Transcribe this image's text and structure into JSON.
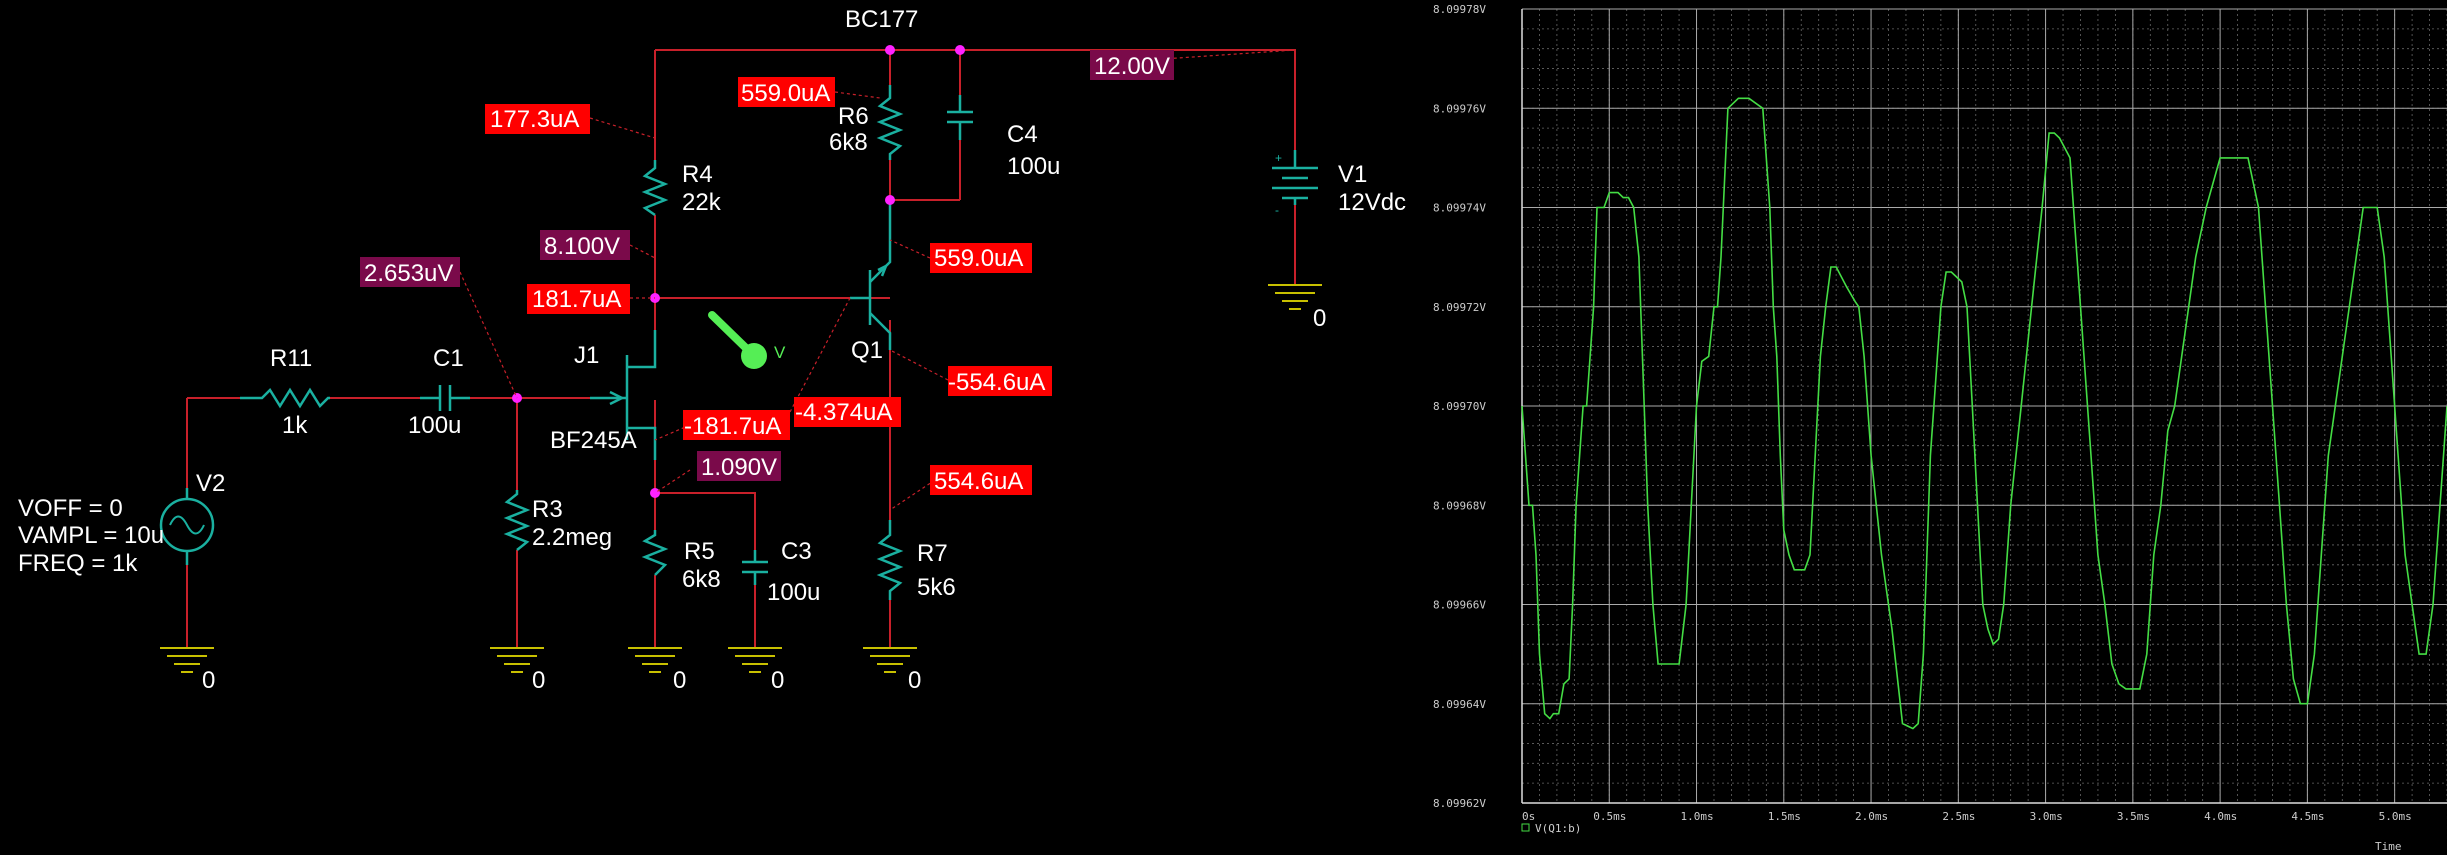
{
  "schematic": {
    "colors": {
      "wire": "#c8202a",
      "component": "#1ab0a0",
      "ground": "#c8c000",
      "node": "#ff22ff",
      "current_tag": "#ff0000",
      "voltage_tag": "#7a0a4a",
      "probe": "#55ee55"
    },
    "labels": {
      "bc177": "BC177",
      "r11_name": "R11",
      "r11_value": "1k",
      "c1_name": "C1",
      "c1_value": "100u",
      "j1_name": "J1",
      "j1_model": "BF245A",
      "r4_name": "R4",
      "r4_value": "22k",
      "r6_name": "R6",
      "r6_value": "6k8",
      "c4_name": "C4",
      "c4_value": "100u",
      "v1_name": "V1",
      "v1_value": "12Vdc",
      "q1_name": "Q1",
      "r3_name": "R3",
      "r3_value": "2.2meg",
      "r5_name": "R5",
      "r5_value": "6k8",
      "c3_name": "C3",
      "c3_value": "100u",
      "r7_name": "R7",
      "r7_value": "5k6",
      "v2_name": "V2",
      "v2_voff": "VOFF = 0",
      "v2_vampl": "VAMPL = 10u",
      "v2_freq": "FREQ = 1k",
      "probe_v": "V",
      "ground": "0"
    },
    "tags": {
      "i_r6": "559.0uA",
      "v_supply": "12.00V",
      "i_r4": "177.3uA",
      "v_q1base": "8.100V",
      "v_gate": "2.653uV",
      "i_j1drain": "181.7uA",
      "i_q1e": "559.0uA",
      "i_q1c": "-554.6uA",
      "i_j1src": "-181.7uA",
      "i_q1b": "-4.374uA",
      "v_src": "1.090V",
      "i_r7": "554.6uA"
    }
  },
  "chart_data": {
    "type": "line",
    "xlabel": "Time",
    "x_ticks": [
      "0s",
      "0.5ms",
      "1.0ms",
      "1.5ms",
      "2.0ms",
      "2.5ms",
      "3.0ms",
      "3.5ms",
      "4.0ms",
      "4.5ms",
      "5.0ms"
    ],
    "y_ticks": [
      "8.09962V",
      "8.09964V",
      "8.09966V",
      "8.09968V",
      "8.09970V",
      "8.09972V",
      "8.09974V",
      "8.09976V",
      "8.09978V"
    ],
    "xlim": [
      0,
      5.3
    ],
    "ylim": [
      8.09962,
      8.09978
    ],
    "grid": true,
    "legend_label": "V(Q1:b)",
    "series": [
      {
        "name": "V(Q1:b)",
        "color": "#44dd44",
        "x": [
          0,
          0.02,
          0.04,
          0.06,
          0.08,
          0.1,
          0.13,
          0.16,
          0.18,
          0.21,
          0.24,
          0.27,
          0.29,
          0.31,
          0.33,
          0.35,
          0.37,
          0.39,
          0.41,
          0.43,
          0.45,
          0.47,
          0.5,
          0.53,
          0.55,
          0.58,
          0.61,
          0.64,
          0.67,
          0.7,
          0.72,
          0.75,
          0.78,
          0.82,
          0.86,
          0.9,
          0.94,
          0.97,
          1.0,
          1.03,
          1.07,
          1.1,
          1.12,
          1.14,
          1.18,
          1.24,
          1.3,
          1.38,
          1.42,
          1.44,
          1.46,
          1.48,
          1.5,
          1.53,
          1.56,
          1.59,
          1.62,
          1.65,
          1.68,
          1.71,
          1.74,
          1.77,
          1.8,
          1.86,
          1.91,
          1.93,
          1.96,
          2.0,
          2.06,
          2.12,
          2.18,
          2.24,
          2.27,
          2.3,
          2.32,
          2.34,
          2.36,
          2.38,
          2.4,
          2.43,
          2.46,
          2.49,
          2.52,
          2.55,
          2.58,
          2.61,
          2.64,
          2.67,
          2.7,
          2.73,
          2.76,
          2.8,
          2.86,
          2.92,
          2.98,
          3.02,
          3.05,
          3.08,
          3.11,
          3.14,
          3.18,
          3.22,
          3.26,
          3.3,
          3.34,
          3.38,
          3.42,
          3.46,
          3.5,
          3.54,
          3.58,
          3.62,
          3.66,
          3.7,
          3.74,
          3.78,
          3.82,
          3.86,
          3.92,
          4.0,
          4.08,
          4.16,
          4.22,
          4.26,
          4.3,
          4.34,
          4.38,
          4.42,
          4.46,
          4.5,
          4.54,
          4.58,
          4.62,
          4.66,
          4.7,
          4.74,
          4.78,
          4.82,
          4.86,
          4.9,
          4.94,
          4.98,
          5.02,
          5.06,
          5.1,
          5.14,
          5.18,
          5.22,
          5.26,
          5.3
        ],
        "y": [
          8.0997,
          8.09969,
          8.09968,
          8.09968,
          8.09967,
          8.09965,
          8.099638,
          8.099637,
          8.099638,
          8.099638,
          8.099644,
          8.099645,
          8.09966,
          8.09968,
          8.09969,
          8.0997,
          8.0997,
          8.09971,
          8.09972,
          8.09974,
          8.09974,
          8.09974,
          8.099743,
          8.099743,
          8.099743,
          8.099742,
          8.099742,
          8.09974,
          8.09973,
          8.0997,
          8.09968,
          8.09966,
          8.099648,
          8.099648,
          8.099648,
          8.099648,
          8.09966,
          8.09968,
          8.0997,
          8.099709,
          8.09971,
          8.09972,
          8.09972,
          8.09973,
          8.09976,
          8.099762,
          8.099762,
          8.09976,
          8.09974,
          8.09972,
          8.09971,
          8.09969,
          8.099675,
          8.09967,
          8.099667,
          8.099667,
          8.099667,
          8.09967,
          8.09969,
          8.09971,
          8.09972,
          8.099728,
          8.099728,
          8.099724,
          8.099721,
          8.09972,
          8.09971,
          8.09969,
          8.09967,
          8.099655,
          8.099636,
          8.099635,
          8.099636,
          8.09965,
          8.09967,
          8.09969,
          8.0997,
          8.09971,
          8.09972,
          8.099727,
          8.099727,
          8.099726,
          8.099725,
          8.09972,
          8.0997,
          8.09968,
          8.09966,
          8.099655,
          8.099652,
          8.099653,
          8.09966,
          8.09968,
          8.0997,
          8.09972,
          8.09974,
          8.099755,
          8.099755,
          8.099754,
          8.099752,
          8.09975,
          8.09973,
          8.09971,
          8.09969,
          8.09967,
          8.09966,
          8.099648,
          8.099644,
          8.099643,
          8.099643,
          8.099643,
          8.09965,
          8.09967,
          8.09968,
          8.099695,
          8.0997,
          8.09971,
          8.09972,
          8.09973,
          8.09974,
          8.09975,
          8.09975,
          8.09975,
          8.09974,
          8.09972,
          8.0997,
          8.09968,
          8.09966,
          8.099645,
          8.09964,
          8.09964,
          8.09965,
          8.09967,
          8.09969,
          8.0997,
          8.09971,
          8.09972,
          8.09973,
          8.09974,
          8.09974,
          8.09974,
          8.09973,
          8.09971,
          8.09969,
          8.09967,
          8.09966,
          8.09965,
          8.09965,
          8.09966,
          8.09968,
          8.0997
        ]
      }
    ]
  }
}
